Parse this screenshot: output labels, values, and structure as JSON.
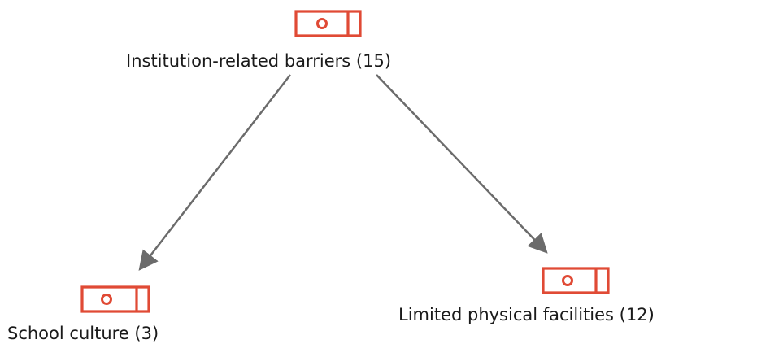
{
  "diagram": {
    "node_icon": "code-tag-icon",
    "colors": {
      "node_icon": "#e04a35",
      "edge": "#6b6b6b",
      "text": "#1a1a1a"
    },
    "nodes": {
      "root": {
        "label": "Institution-related barriers (15)"
      },
      "left": {
        "label": "School culture (3)"
      },
      "right": {
        "label": "Limited physical facilities (12)"
      }
    }
  }
}
